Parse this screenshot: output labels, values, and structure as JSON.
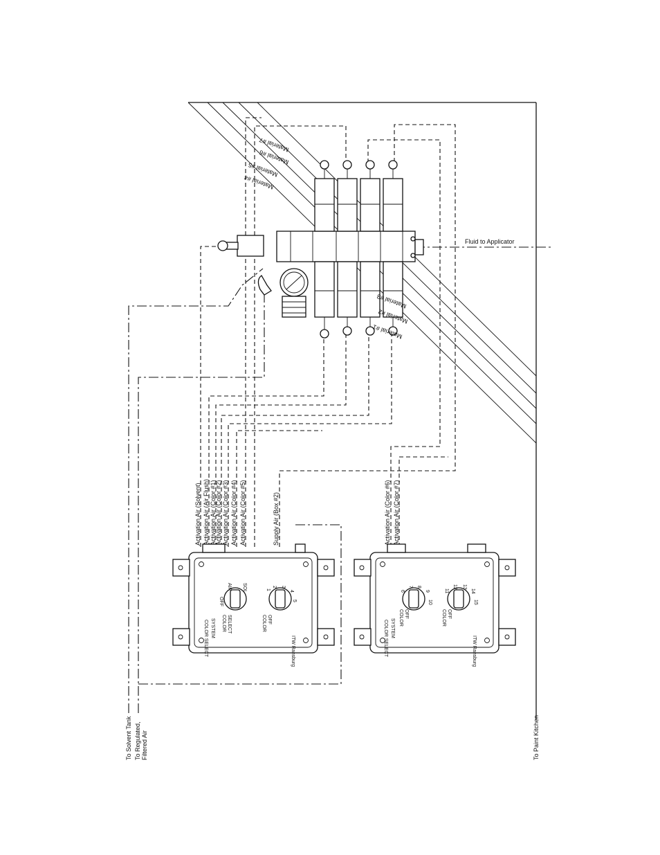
{
  "labels": {
    "solvent_tank": "To Solvent Tank",
    "regulated_air_1": "To Regulated,",
    "regulated_air_2": "Filtered Air",
    "paint_kitchen": "To Paint Kitchen",
    "fluid_applicator": "Fluid to Applicator",
    "material_1": "Material #1",
    "material_2": "Material #2",
    "material_3": "Material #3",
    "material_4": "Material #4",
    "material_5": "Material #5",
    "material_6": "Material #6",
    "material_7": "Material #7",
    "act_solvent": "Activation Air (Solvent)",
    "act_air_flush": "Activation Air (Air Flush)",
    "act_color_1": "Activation Air (Color #1)",
    "act_color_2": "Activation Air (Color #2)",
    "act_color_3": "Activation Air (Color #3)",
    "act_color_4": "Activation Air (Color #4)",
    "act_color_5": "Activation Air (Color #5)",
    "supply_air_box2": "Supply Air (Box #2)",
    "act_color_6": "Activation Air (Color #6)",
    "act_color_7": "Activation Air (Color #7)"
  },
  "box1": {
    "panel_title_1": "COLOR SELECT",
    "panel_title_2": "SYSTEM",
    "knob1_label_1": "COLOR",
    "knob1_label_2": "SELECT",
    "knob1_opt_off": "OFF",
    "knob1_opt_air": "AIR",
    "knob1_opt_sol": "SOL",
    "knob2_label_1": "COLOR",
    "knob2_label_2": "OFF",
    "knob2_opt_1": "1",
    "knob2_opt_2": "2",
    "knob2_opt_3": "3",
    "knob2_opt_4": "4",
    "knob2_opt_5": "5",
    "brand": "ITW Ransburg"
  },
  "box2": {
    "panel_title_1": "COLOR SELECT",
    "panel_title_2": "SYSTEM",
    "knob1_label_1": "COLOR",
    "knob1_label_2": "OFF",
    "knob1_opt_6": "6",
    "knob1_opt_7": "7",
    "knob1_opt_8": "8",
    "knob1_opt_9": "9",
    "knob1_opt_10": "10",
    "knob2_label_1": "COLOR",
    "knob2_label_2": "OFF",
    "knob2_opt_11": "11",
    "knob2_opt_12": "12",
    "knob2_opt_13": "13",
    "knob2_opt_14": "14",
    "knob2_opt_15": "15",
    "brand": "ITW Ransburg"
  }
}
